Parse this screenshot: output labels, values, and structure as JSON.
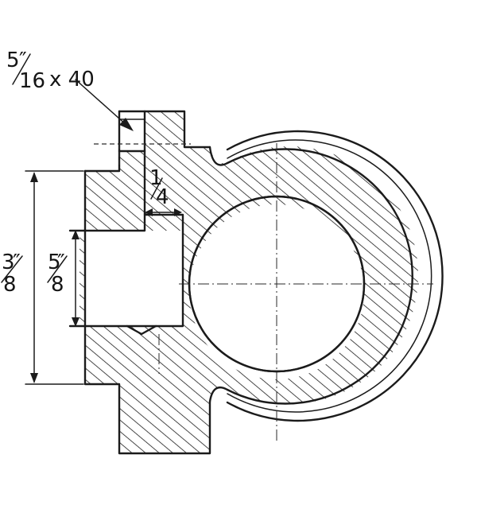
{
  "drawing": {
    "labels": {
      "thread_num": "5",
      "thread_den": "16",
      "thread_tpi": "x 40",
      "small_num": "1",
      "small_den": "4",
      "bore_num": "5",
      "bore_den": "8",
      "height_num": "3",
      "height_den": "8",
      "inch_mark": "″"
    }
  }
}
